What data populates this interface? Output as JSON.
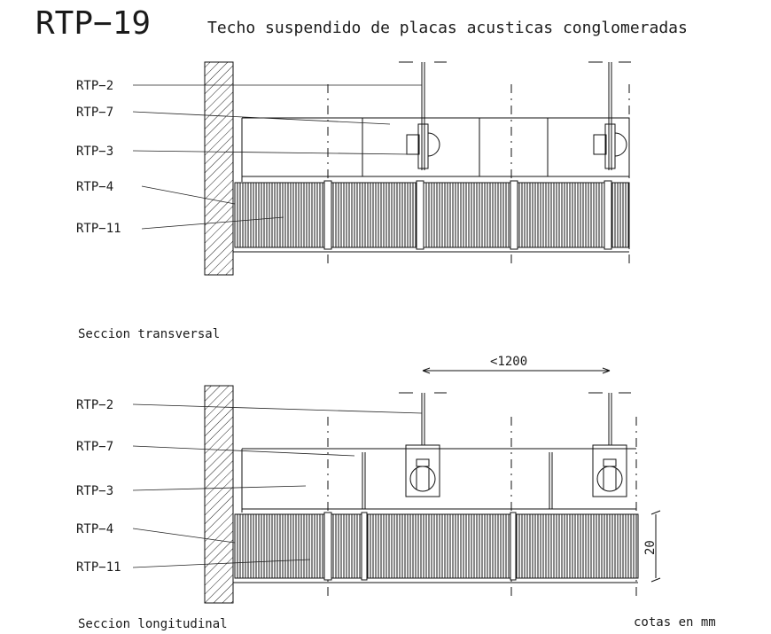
{
  "header": {
    "code": "RTP−19",
    "title": "Techo suspendido de placas acusticas conglomeradas"
  },
  "section_top": {
    "caption": "Seccion transversal",
    "labels": [
      "RTP−2",
      "RTP−7",
      "RTP−3",
      "RTP−4",
      "RTP−11"
    ]
  },
  "section_bottom": {
    "caption": "Seccion longitudinal",
    "labels": [
      "RTP−2",
      "RTP−7",
      "RTP−3",
      "RTP−4",
      "RTP−11"
    ],
    "dimension_span": "<1200",
    "dimension_height": "20"
  },
  "footer": {
    "units": "cotas en mm"
  }
}
